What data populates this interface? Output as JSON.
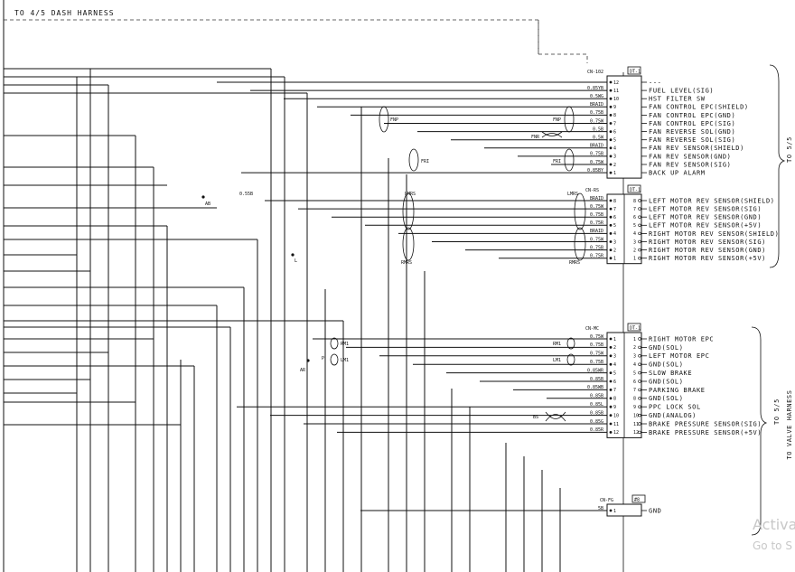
{
  "header": {
    "title": "TO 4/5 DASH HARNESS"
  },
  "connectors": [
    {
      "name": "CN-102",
      "tag": "DT-1",
      "pins": [
        {
          "num": "12",
          "spec": "",
          "label": "---"
        },
        {
          "num": "11",
          "spec": "0.85YB",
          "label": "FUEL LEVEL(SIG)"
        },
        {
          "num": "10",
          "spec": "0.5WG",
          "label": "HST FILTER SW"
        },
        {
          "num": "9",
          "spec": "BRAID",
          "label": "FAN CONTROL EPC(SHIELD)"
        },
        {
          "num": "8",
          "spec": "0.75B",
          "label": "FAN CONTROL EPC(GND)"
        },
        {
          "num": "7",
          "spec": "0.75W",
          "label": "FAN CONTROL EPC(SIG)"
        },
        {
          "num": "6",
          "spec": "0.5B",
          "label": "FAN REVERSE SOL(GND)"
        },
        {
          "num": "5",
          "spec": "0.5W",
          "label": "FAN REVERSE SOL(SIG)"
        },
        {
          "num": "4",
          "spec": "BRAID",
          "label": "FAN REV SENSOR(SHIELD)"
        },
        {
          "num": "3",
          "spec": "0.75B",
          "label": "FAN REV SENSOR(GND)"
        },
        {
          "num": "2",
          "spec": "0.75W",
          "label": "FAN REV SENSOR(SIG)"
        },
        {
          "num": "1",
          "spec": "0.85BY",
          "label": "BACK UP ALARM"
        }
      ]
    },
    {
      "name": "CN-RS",
      "tag": "DT-1",
      "pins": [
        {
          "num": "8",
          "spec": "BRAID",
          "label": "LEFT MOTOR REV SENSOR(SHIELD)"
        },
        {
          "num": "7",
          "spec": "0.75W",
          "label": "LEFT MOTOR REV SENSOR(SIG)"
        },
        {
          "num": "6",
          "spec": "0.75B",
          "label": "LEFT MOTOR REV SENSOR(GND)"
        },
        {
          "num": "5",
          "spec": "0.75R",
          "label": "LEFT MOTOR REV SENSOR(+5V)"
        },
        {
          "num": "4",
          "spec": "BRAID",
          "label": "RIGHT MOTOR REV SENSOR(SHIELD)"
        },
        {
          "num": "3",
          "spec": "0.75W",
          "label": "RIGHT MOTOR REV SENSOR(SIG)"
        },
        {
          "num": "2",
          "spec": "0.75B",
          "label": "RIGHT MOTOR REV SENSOR(GND)"
        },
        {
          "num": "1",
          "spec": "0.75R",
          "label": "RIGHT MOTOR REV SENSOR(+5V)"
        }
      ]
    },
    {
      "name": "CN-MC",
      "tag": "DT-1",
      "pins": [
        {
          "num": "1",
          "spec": "0.75W",
          "label": "RIGHT MOTOR EPC"
        },
        {
          "num": "2",
          "spec": "0.75B",
          "label": "GND(SOL)"
        },
        {
          "num": "3",
          "spec": "0.75W",
          "label": "LEFT MOTOR EPC"
        },
        {
          "num": "4",
          "spec": "0.75B",
          "label": "GND(SOL)"
        },
        {
          "num": "5",
          "spec": "0.85WR",
          "label": "SLOW BRAKE"
        },
        {
          "num": "6",
          "spec": "0.85B",
          "label": "GND(SOL)"
        },
        {
          "num": "7",
          "spec": "0.85WB",
          "label": "PARKING BRAKE"
        },
        {
          "num": "8",
          "spec": "0.85B",
          "label": "GND(SOL)"
        },
        {
          "num": "9",
          "spec": "0.85L",
          "label": "PPC LOCK SOL"
        },
        {
          "num": "10",
          "spec": "0.85B",
          "label": "GND(ANALOG)"
        },
        {
          "num": "11",
          "spec": "0.85G",
          "label": "BRAKE PRESSURE SENSOR(SIG)"
        },
        {
          "num": "12",
          "spec": "0.85R",
          "label": "BRAKE PRESSURE SENSOR(+5V)"
        }
      ]
    },
    {
      "name": "CN-FG",
      "tag": "#8",
      "pins": [
        {
          "num": "1",
          "spec": "5B",
          "label": "GND"
        }
      ]
    }
  ],
  "groups": {
    "right_top": "TO 5/5",
    "right_mid_1": "TO 5/5",
    "right_mid_2": "TO VALVE HARNESS"
  },
  "shield_tags": {
    "fnp": "FNP",
    "fnp_r": "FNP",
    "fnr": "FNR",
    "fri": "FRI",
    "fri_r": "FRI",
    "lmrs": "LMRS",
    "lmrs_r": "LMRS",
    "rmrs": "RMRS",
    "rmrs_r": "RMRS",
    "rm1": "RM1",
    "rm1_r": "RM1",
    "lm1": "LM1",
    "lm1_r": "LM1",
    "bs": "BS"
  },
  "junctions": {
    "ab": "AB",
    "ab_wire": "0.55B",
    "l": "L",
    "ar": "AR",
    "p": "P"
  },
  "watermark": {
    "line1": "Activa",
    "line2": "Go to S"
  }
}
